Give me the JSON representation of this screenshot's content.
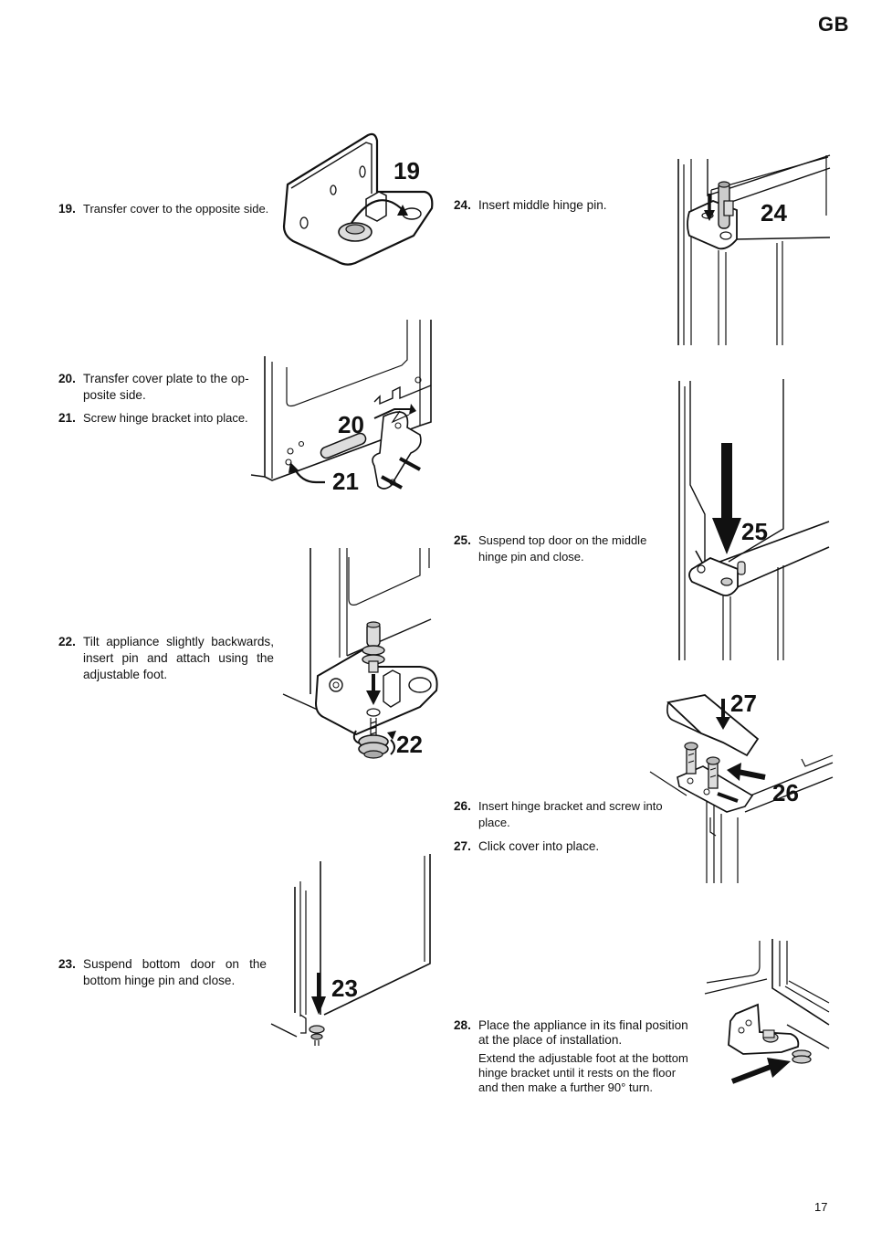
{
  "header": {
    "language_code": "GB"
  },
  "figures": {
    "f19": "19",
    "f20": "20",
    "f21": "21",
    "f22": "22",
    "f23": "23",
    "f24": "24",
    "f25": "25",
    "f26": "26",
    "f27": "27"
  },
  "steps": [
    {
      "num": "19.",
      "text": "Transfer cover to the opposite side."
    },
    {
      "num": "20.",
      "text": "Transfer cover plate to the op-posite side."
    },
    {
      "num": "21.",
      "text": "Screw hinge bracket into place."
    },
    {
      "num": "22.",
      "text": "Tilt appliance slightly backwards, insert pin and attach using the adjustable foot."
    },
    {
      "num": "23.",
      "text": "Suspend bottom door on the bottom hinge pin and close."
    },
    {
      "num": "24.",
      "text": "Insert middle hinge pin."
    },
    {
      "num": "25.",
      "text": "Suspend top door on the middle hinge pin and close."
    },
    {
      "num": "26.",
      "text": "Insert hinge bracket and screw into place."
    },
    {
      "num": "27.",
      "text": "Click cover into place."
    },
    {
      "num": "28.",
      "text": "Place the appliance in its final position at the place of installation.",
      "text2": "Extend the adjustable foot at the bottom hinge bracket until it rests on the floor and then make a further 90° turn."
    }
  ],
  "footer": {
    "page_number": "17"
  }
}
